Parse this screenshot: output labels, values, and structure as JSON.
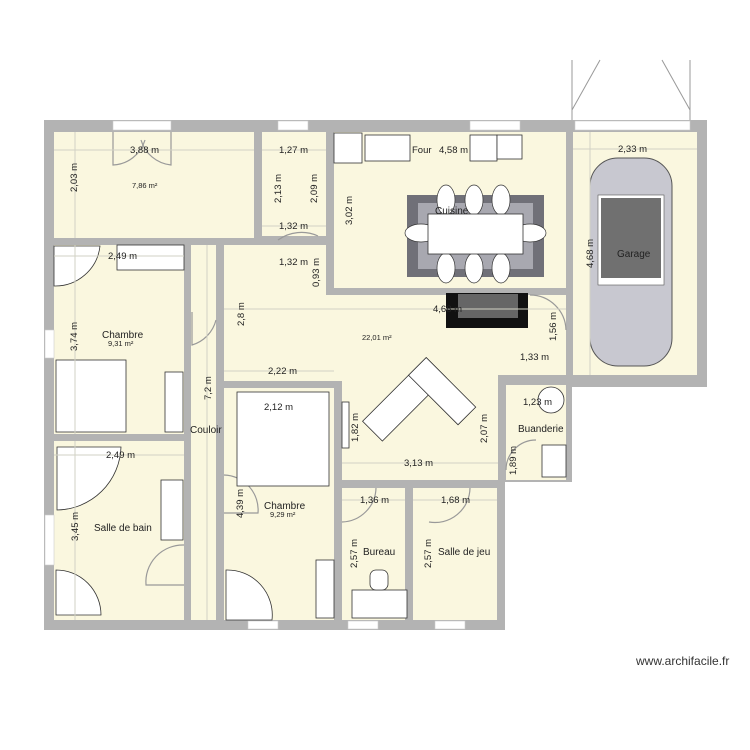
{
  "labels": {
    "room1_width": "3,88 m",
    "room1_area": "7,86 m²",
    "room1_height": "2,03 m",
    "small_width": "1,27 m",
    "small_h1": "2,13 m",
    "small_h2": "2,09 m",
    "small_w2": "1,32 m",
    "small_w3": "1,32 m",
    "small_h3": "0,93 m",
    "kitchen_height": "3,02 m",
    "oven": "Four",
    "kitchen_width": "4,58 m",
    "kitchen": "Cuisine",
    "garage_width": "2,33 m",
    "garage_height": "4,68 m",
    "garage": "Garage",
    "bed1_width": "2,49 m",
    "bed1": "Chambre",
    "bed1_area": "9,31 m²",
    "bed1_height": "3,74 m",
    "living_h": "2,8 m",
    "living_area": "22,01 m²",
    "living_w": "4,68 m",
    "living_h2": "1,56 m",
    "living_w2": "1,33 m",
    "living_w3": "2,22 m",
    "bed2_width": "2,12 m",
    "tv_height": "1,82 m",
    "laundry_width": "1,23 m",
    "living_h3": "2,07 m",
    "laundry": "Buanderie",
    "laundry_height": "1,89 m",
    "corridor": "Couloir",
    "corridor_len": "7,2 m",
    "living_w4": "3,13 m",
    "bath_width": "2,49 m",
    "bath_height": "3,45 m",
    "bath": "Salle de bain",
    "bed2_height": "4,39 m",
    "bed2": "Chambre",
    "bed2_area": "9,29 m²",
    "office_width": "1,36 m",
    "play_width": "1,68 m",
    "office_height": "2,57 m",
    "office": "Bureau",
    "play_height": "2,57 m",
    "play": "Salle de jeu"
  },
  "credit": "www.archifacile.fr",
  "colors": {
    "wall": "#b3b3b3",
    "floor": "#faf7df",
    "rug": "#707078",
    "car": "#c8c8d0"
  }
}
